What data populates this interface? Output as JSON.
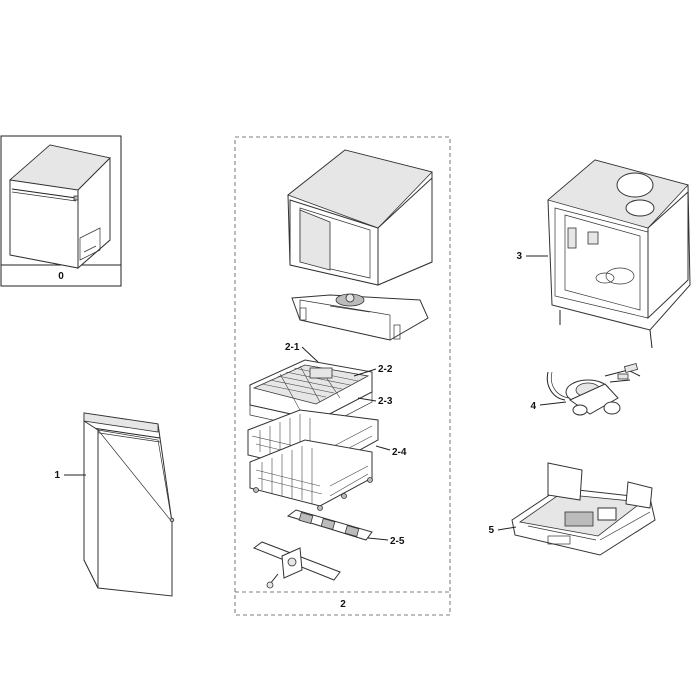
{
  "callouts": {
    "p0": "0",
    "p1": "1",
    "p2": "2",
    "p2_1": "2-1",
    "p2_2": "2-2",
    "p2_3": "2-3",
    "p2_4": "2-4",
    "p2_5": "2-5",
    "p3": "3",
    "p4": "4",
    "p5": "5"
  },
  "colors": {
    "line": "#222222",
    "background": "#ffffff"
  }
}
